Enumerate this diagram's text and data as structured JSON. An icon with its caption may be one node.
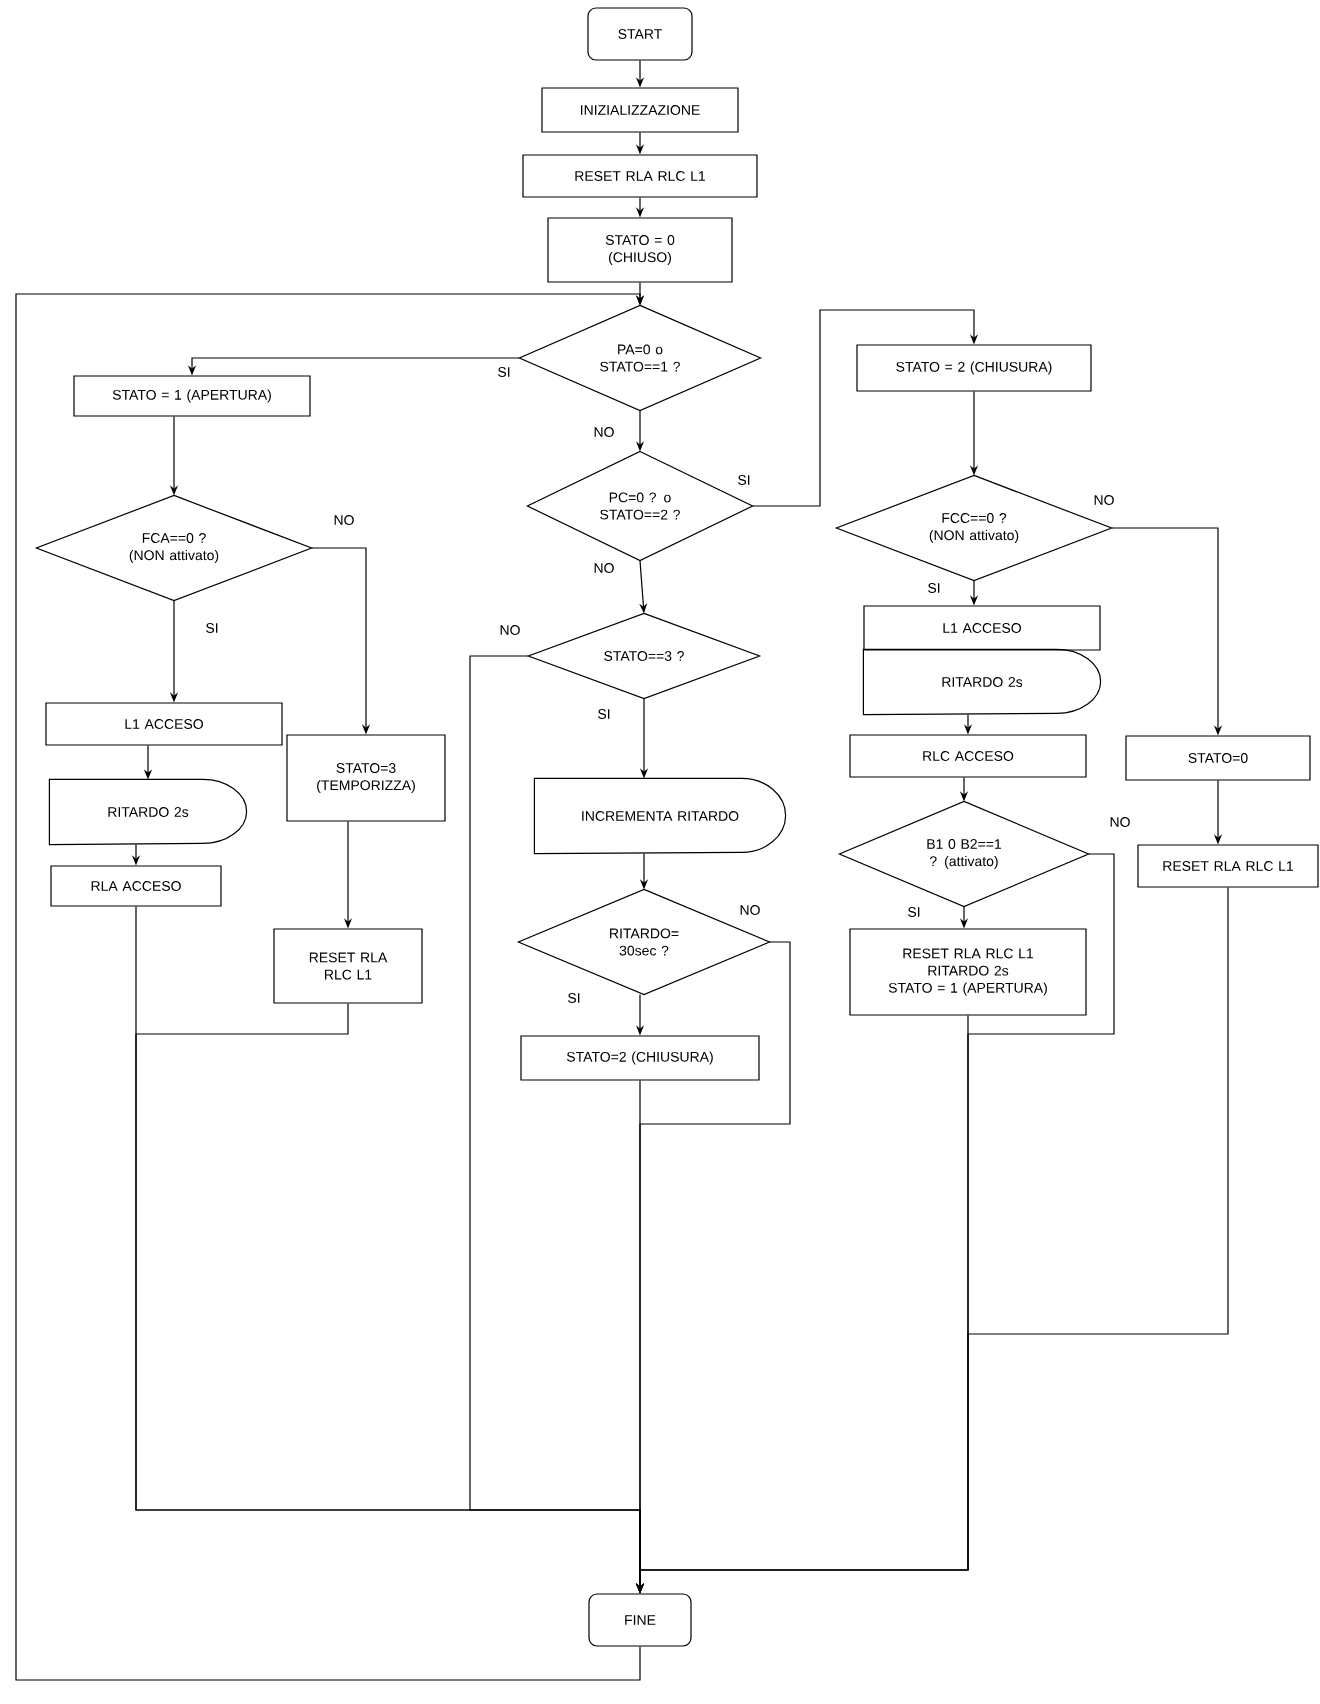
{
  "diagram": {
    "nodes": [
      {
        "text": [
          "START"
        ]
      },
      {
        "text": [
          "INIZIALIZZAZIONE"
        ]
      },
      {
        "text": [
          "RESET RLA RLC L1"
        ]
      },
      {
        "text": [
          "STATO = 0 (CHIUSO)"
        ]
      },
      {
        "text": [
          "PA=0 o STATO==1 ?"
        ]
      },
      {
        "text": [
          "STATO = 1 (APERTURA)"
        ]
      },
      {
        "text": [
          "PC=0 ? o STATO==2 ?"
        ]
      },
      {
        "text": [
          "STATO = 2 (CHIUSURA)"
        ]
      },
      {
        "text": [
          "FCA==0 ? (NON attivato)"
        ]
      },
      {
        "text": [
          "FCC==0 ? (NON attivato)"
        ]
      },
      {
        "text": [
          "STATO==3 ?"
        ]
      },
      {
        "text": [
          "L1 ACCESO"
        ]
      },
      {
        "text": [
          "STATO=3 (TEMPORIZZA)"
        ]
      },
      {
        "text": [
          "RITARDO 2s"
        ]
      },
      {
        "text": [
          "L1 ACCESO"
        ]
      },
      {
        "text": [
          "RITARDO 2s"
        ]
      },
      {
        "text": [
          "INCREMENTA RITARDO"
        ]
      },
      {
        "text": [
          "RLC ACCESO"
        ]
      },
      {
        "text": [
          "STATO=0"
        ]
      },
      {
        "text": [
          "RLA ACCESO"
        ]
      },
      {
        "text": [
          "B1 0 B2==1 ? (attivato)"
        ]
      },
      {
        "text": [
          "RESET RLA RLC L1"
        ]
      },
      {
        "text": [
          "RESET RLA RLC L1"
        ]
      },
      {
        "text": [
          "RITARDO= 30sec ?"
        ]
      },
      {
        "text": [
          "RESET RLA RLC L1",
          "RITARDO 2s",
          "STATO = 1 (APERTURA)"
        ]
      },
      {
        "text": [
          "STATO=2 (CHIUSURA)"
        ]
      },
      {
        "text": [
          "FINE"
        ]
      }
    ],
    "edges": [
      {
        "from": 0,
        "to": 1,
        "arrow": "to"
      },
      {
        "from": 1,
        "to": 2,
        "arrow": "to"
      },
      {
        "from": 2,
        "to": 3,
        "arrow": "to"
      },
      {
        "from": 3,
        "to": 4,
        "arrow": "to"
      },
      {
        "from": 4,
        "to": 5,
        "arrow": "to",
        "label": "SI"
      },
      {
        "from": 4,
        "to": 6,
        "arrow": "to",
        "label": "NO"
      },
      {
        "from": 6,
        "to": 7,
        "arrow": "to",
        "label": "SI"
      },
      {
        "from": 6,
        "to": 10,
        "arrow": "to",
        "label": "NO"
      },
      {
        "from": 5,
        "to": 8,
        "arrow": "to"
      },
      {
        "from": 8,
        "to": 11,
        "arrow": "to",
        "label": "SI"
      },
      {
        "from": 8,
        "to": 12,
        "arrow": "to",
        "label": "NO"
      },
      {
        "from": 11,
        "to": 13,
        "arrow": "to"
      },
      {
        "from": 13,
        "to": 19,
        "arrow": "to"
      },
      {
        "from": 12,
        "to": 22,
        "arrow": "to"
      },
      {
        "from": 19,
        "to": 26,
        "arrow": "to"
      },
      {
        "from": 22,
        "to": 26,
        "arrow": "to"
      },
      {
        "from": 10,
        "to": 16,
        "arrow": "to",
        "label": "SI"
      },
      {
        "from": 10,
        "to": 26,
        "arrow": "to",
        "label": "NO"
      },
      {
        "from": 16,
        "to": 23,
        "arrow": "to"
      },
      {
        "from": 23,
        "to": 25,
        "arrow": "to",
        "label": "SI"
      },
      {
        "from": 23,
        "to": 26,
        "arrow": "to",
        "label": "NO"
      },
      {
        "from": 25,
        "to": 26,
        "arrow": "to"
      },
      {
        "from": 7,
        "to": 9,
        "arrow": "to"
      },
      {
        "from": 9,
        "to": 14,
        "arrow": "to",
        "label": "SI"
      },
      {
        "from": 9,
        "to": 18,
        "arrow": "to",
        "label": "NO"
      },
      {
        "from": 15,
        "to": 17,
        "arrow": "to"
      },
      {
        "from": 17,
        "to": 20,
        "arrow": "to"
      },
      {
        "from": 20,
        "to": 24,
        "arrow": "to",
        "label": "SI"
      },
      {
        "from": 20,
        "to": 26,
        "arrow": "to",
        "label": "NO"
      },
      {
        "from": 24,
        "to": 26,
        "arrow": "to"
      },
      {
        "from": 18,
        "to": 21,
        "arrow": "to"
      },
      {
        "from": 21,
        "to": 26,
        "arrow": "to"
      },
      {
        "from": 26,
        "to": 4,
        "arrow": "to"
      }
    ]
  }
}
